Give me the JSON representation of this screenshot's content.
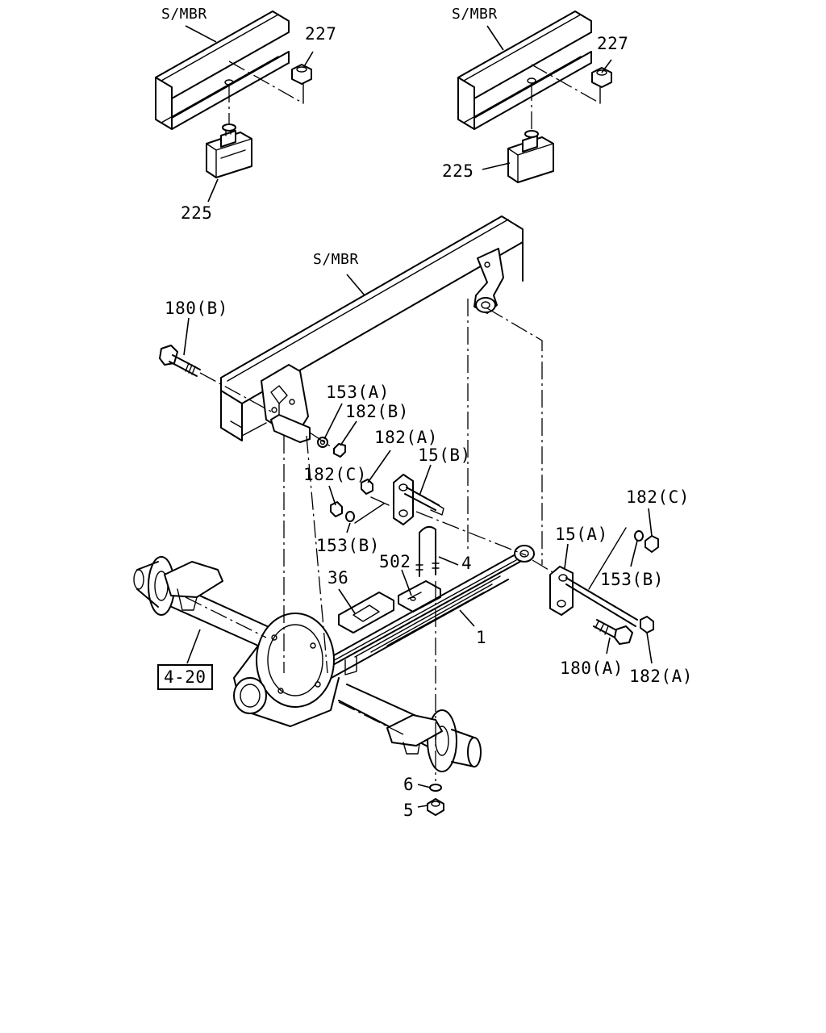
{
  "labels": {
    "smbr_top_left": "S/MBR",
    "smbr_top_right": "S/MBR",
    "smbr_main": "S/MBR",
    "p227_left": "227",
    "p227_right": "227",
    "p225_left": "225",
    "p225_right": "225",
    "p180b": "180(B)",
    "p153a": "153(A)",
    "p182b": "182(B)",
    "p182a_upper": "182(A)",
    "p15b": "15(B)",
    "p182c_left": "182(C)",
    "p153b_left": "153(B)",
    "p182c_right": "182(C)",
    "p15a": "15(A)",
    "p153b_right": "153(B)",
    "p502": "502",
    "p4": "4",
    "p36": "36",
    "p1": "1",
    "p180a": "180(A)",
    "p182a_lower": "182(A)",
    "ref_4_20": "4-20",
    "p6": "6",
    "p5": "5"
  }
}
